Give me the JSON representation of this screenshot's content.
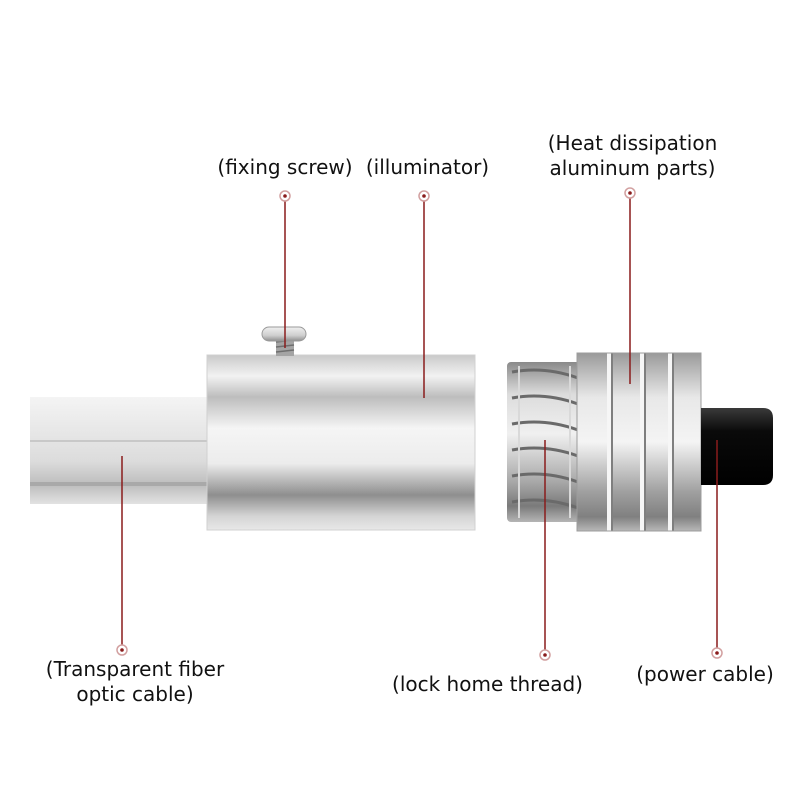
{
  "labels": {
    "fixing_screw": "(fixing screw)",
    "illuminator": "(illuminator)",
    "heat_dissipation": [
      "(Heat dissipation",
      "aluminum parts)"
    ],
    "transparent_fiber": [
      "(Transparent fiber",
      "optic cable)"
    ],
    "lock_home_thread": "(lock home thread)",
    "power_cable": "(power cable)"
  },
  "colors": {
    "leader_line": "#8a1c1c",
    "metal_light": "#f2f2f2",
    "metal_dark": "#8c8c8c",
    "cable_dark": "#0d0d0d",
    "fiber_light": "#e3e3e3"
  }
}
